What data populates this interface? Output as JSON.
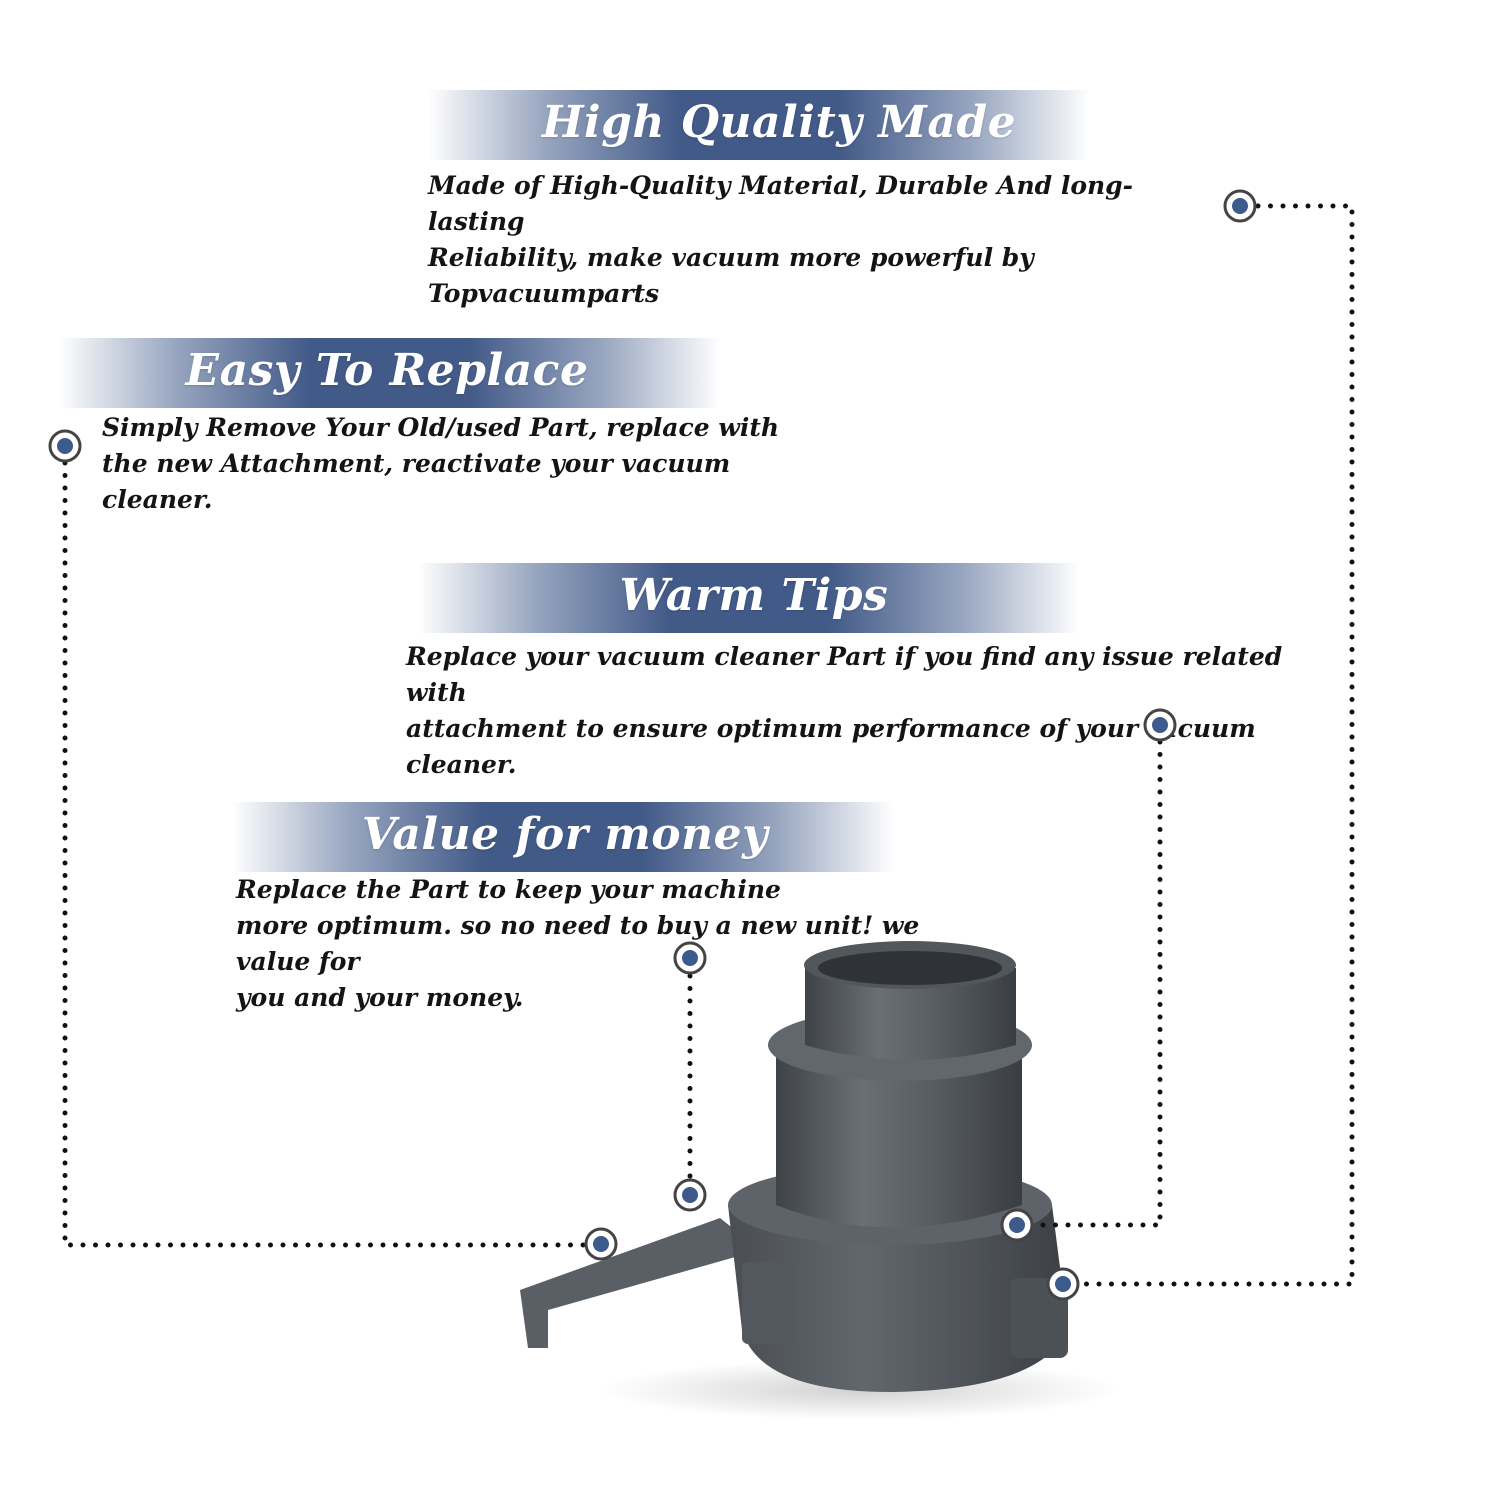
{
  "features": [
    {
      "title": "High Quality Made",
      "description": "Made of  High-Quality Material, Durable And long-lasting\nReliability, make vacuum more powerful by Topvacuumparts"
    },
    {
      "title": "Easy To Replace",
      "description": "Simply Remove Your Old/used Part, replace with\nthe new Attachment, reactivate your vacuum cleaner."
    },
    {
      "title": "Warm Tips",
      "description": "Replace your vacuum cleaner Part if you find any issue related with\n attachment to ensure optimum performance of your vacuum cleaner."
    },
    {
      "title": "Value for money",
      "description": "Replace the Part to keep your machine\nmore optimum. so no need to buy a new unit! we value for\nyou and your money."
    }
  ],
  "colors": {
    "banner": "#425a88",
    "marker": "#3d5a8c",
    "dots": "#111111",
    "product": "#55595e"
  }
}
